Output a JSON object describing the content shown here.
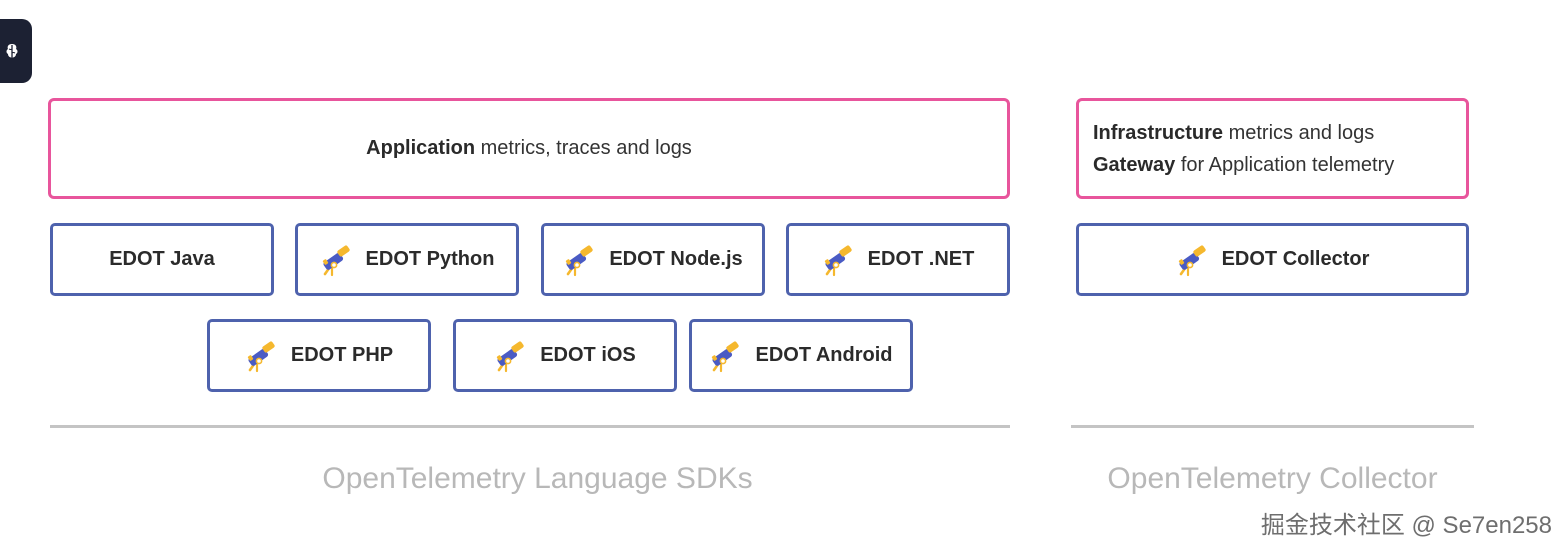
{
  "application": {
    "bold": "Application",
    "rest": " metrics, traces and logs"
  },
  "infrastructure": {
    "line1_bold": "Infrastructure",
    "line1_rest": " metrics and logs",
    "line2_bold": "Gateway",
    "line2_rest": " for Application telemetry"
  },
  "sdks": [
    {
      "label": "EDOT Java",
      "icon": null
    },
    {
      "label": "EDOT Python",
      "icon": "telescope-icon"
    },
    {
      "label": "EDOT Node.js",
      "icon": "telescope-icon"
    },
    {
      "label": "EDOT .NET",
      "icon": "telescope-icon"
    },
    {
      "label": "EDOT PHP",
      "icon": "telescope-icon"
    },
    {
      "label": "EDOT iOS",
      "icon": "telescope-icon"
    },
    {
      "label": "EDOT Android",
      "icon": "telescope-icon"
    }
  ],
  "collector": {
    "label": "EDOT Collector",
    "icon": "telescope-icon"
  },
  "captions": {
    "sdks": "OpenTelemetry Language SDKs",
    "collector": "OpenTelemetry Collector"
  },
  "watermark": "掘金技术社区 @ Se7en258",
  "colors": {
    "pink_border": "#e8559c",
    "blue_border": "#4e62ad",
    "divider": "#c4c4c4",
    "caption": "#b8b8b8",
    "icon_blue": "#4a5bc4",
    "icon_yellow": "#f5b82e"
  }
}
